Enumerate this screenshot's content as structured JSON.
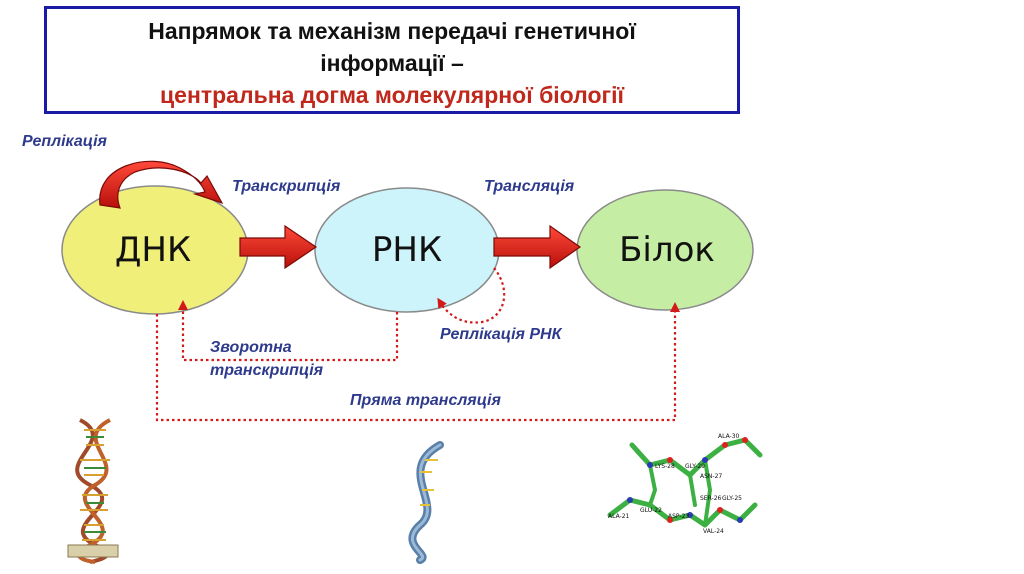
{
  "title": {
    "line1": "Напрямок та механізм передачі генетичної",
    "line2": "інформації –",
    "line3": "центральна догма молекулярної біології"
  },
  "nodes": {
    "dna": "ДНК",
    "rna": "РНК",
    "protein": "Білок"
  },
  "labels": {
    "replication": "Реплікація",
    "transcription": "Транскрипція",
    "translation": "Трансляція",
    "rna_replication": "Реплікація РНК",
    "reverse_transcription_1": "Зворотна",
    "reverse_transcription_2": "транскрипція",
    "direct_translation": "Пряма трансляція"
  },
  "protein_residue_labels": [
    "ALA-30",
    "LYS-28",
    "GLY-29",
    "ASN-27",
    "SER-26",
    "GLY-25",
    "GLU-22",
    "ASP-23",
    "VAL-24",
    "ALA-21"
  ],
  "colors": {
    "dna_fill": "#f0ef7a",
    "rna_fill": "#cdf3fb",
    "protein_fill": "#c6eda4",
    "arrow_red": "#e0201a",
    "label_blue": "#2e3a8c",
    "title_border": "#1a1aa8",
    "title_red": "#c0281c"
  }
}
